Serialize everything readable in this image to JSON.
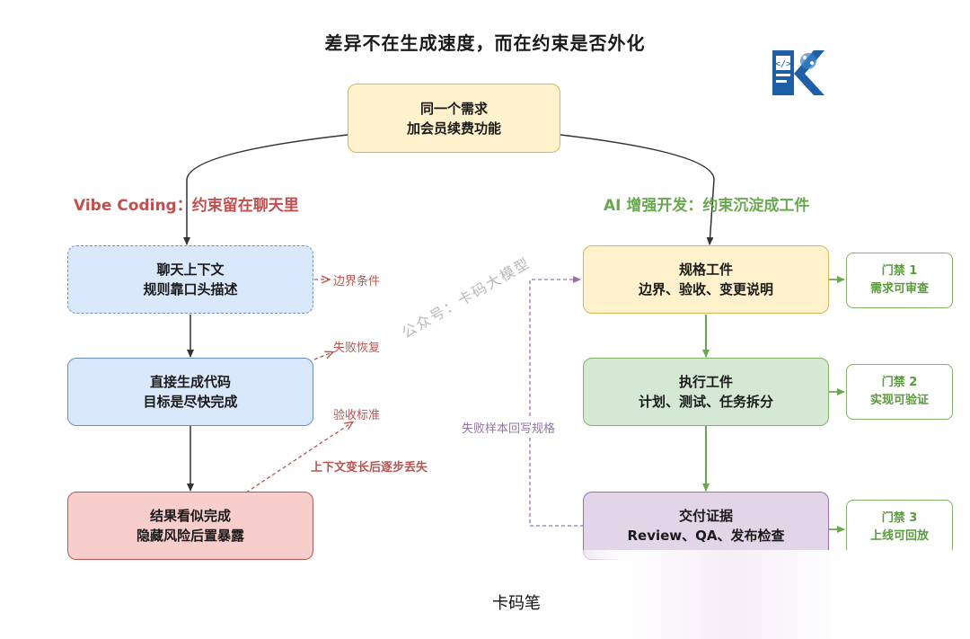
{
  "title": "差异不在生成速度，而在约束是否外化",
  "root": {
    "line1": "同一个需求",
    "line2": "加会员续费功能"
  },
  "left": {
    "heading": "Vibe Coding：约束留在聊天里",
    "boxes": [
      {
        "line1": "聊天上下文",
        "line2": "规则靠口头描述"
      },
      {
        "line1": "直接生成代码",
        "line2": "目标是尽快完成"
      },
      {
        "line1": "结果看似完成",
        "line2": "隐藏风险后置暴露"
      }
    ],
    "notes": {
      "boundary": "边界条件",
      "recovery": "失败恢复",
      "acceptance": "验收标准",
      "loss": "上下文变长后逐步丢失"
    }
  },
  "right": {
    "heading": "AI 增强开发：约束沉淀成工件",
    "boxes": [
      {
        "line1": "规格工件",
        "line2": "边界、验收、变更说明"
      },
      {
        "line1": "执行工件",
        "line2": "计划、测试、任务拆分"
      },
      {
        "line1": "交付证据",
        "line2": "Review、QA、发布检查"
      }
    ],
    "gates": [
      {
        "line1": "门禁 1",
        "line2": "需求可审查"
      },
      {
        "line1": "门禁 2",
        "line2": "实现可验证"
      },
      {
        "line1": "门禁 3",
        "line2": "上线可回放"
      }
    ],
    "feedback": "失败样本回写规格"
  },
  "watermark": "公众号：卡码大模型",
  "footer": "卡码笔",
  "colors": {
    "left_heading": "#c0504d",
    "right_heading": "#6aa84f",
    "yellow": "#fff2cc",
    "blue": "#dae8fc",
    "green": "#d5e8d4",
    "red": "#f8cecc",
    "purple": "#e1d5e7"
  },
  "icons": {
    "logo": "k-code-logo-icon"
  }
}
